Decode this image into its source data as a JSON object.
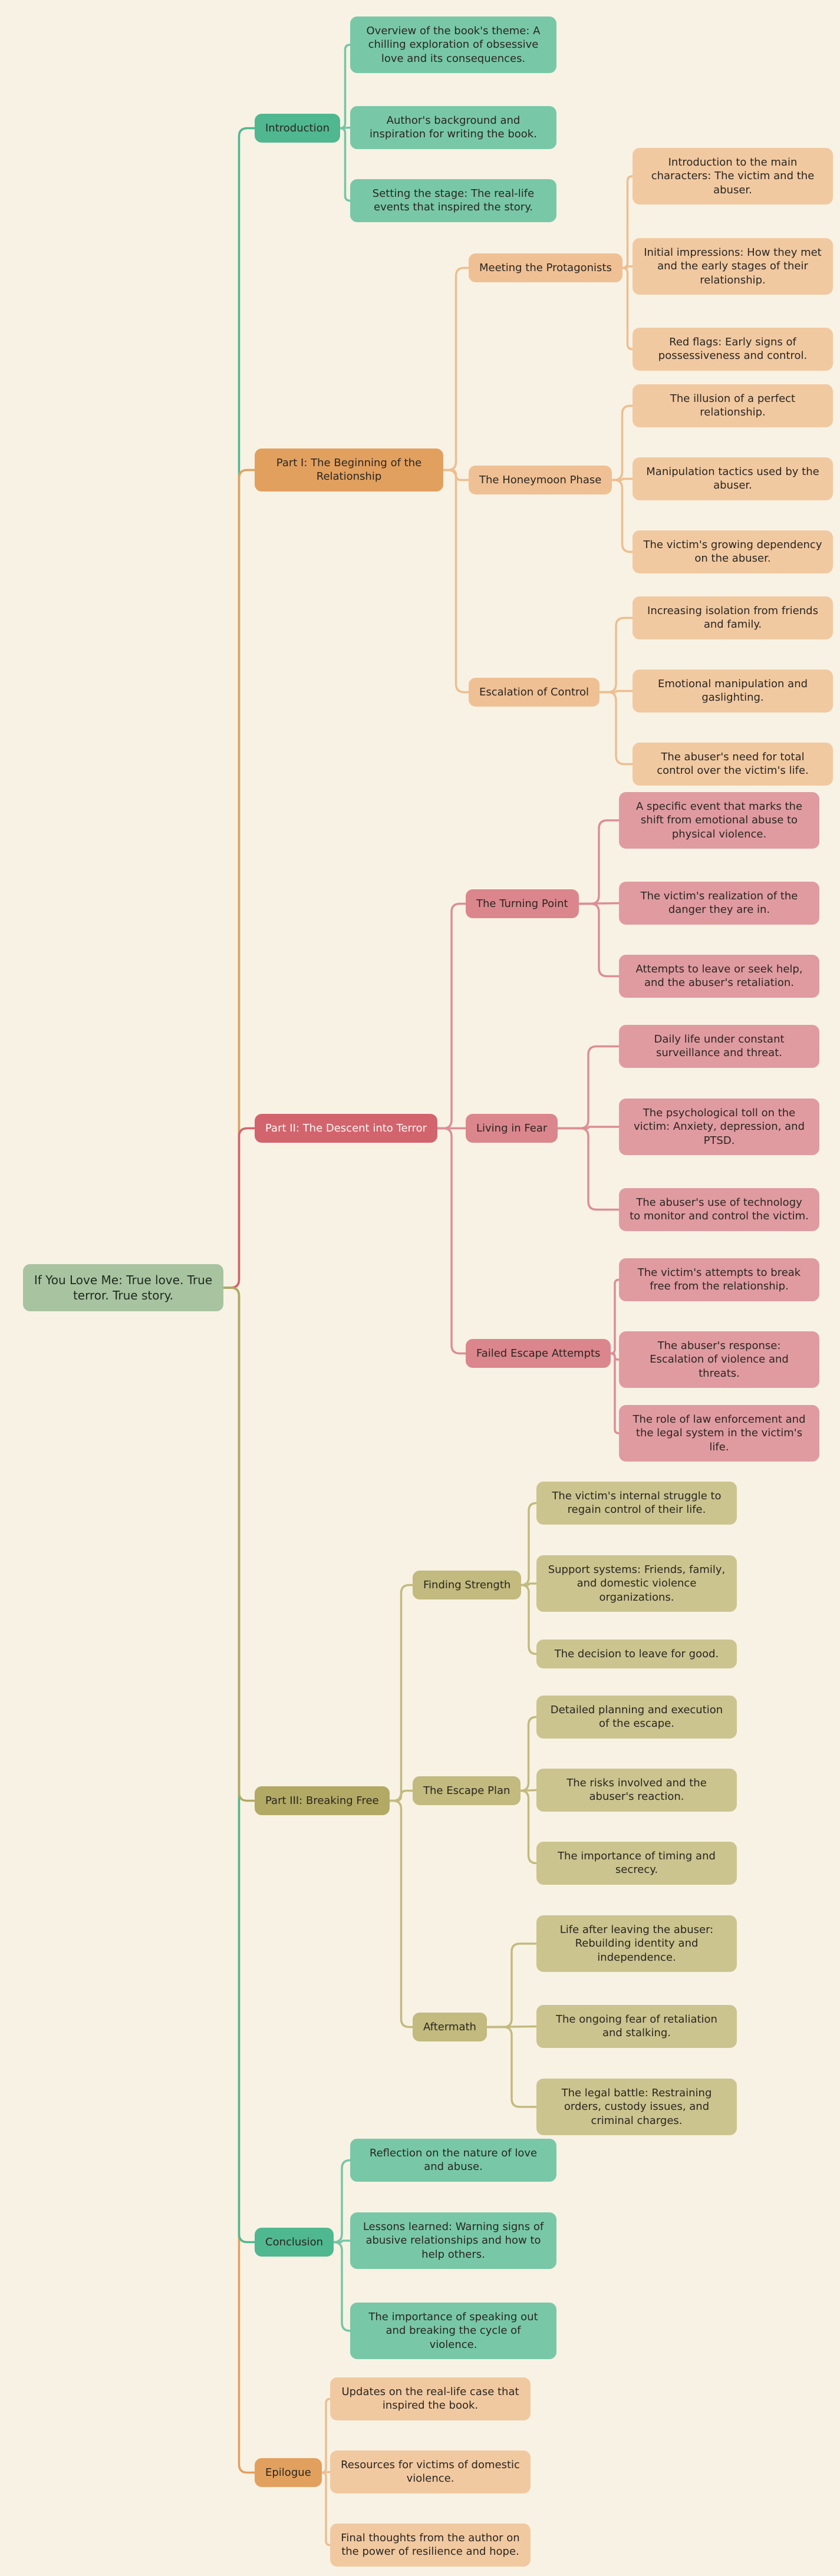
{
  "root": {
    "label": "If You Love Me: True love. True terror. True story."
  },
  "branches": [
    {
      "label": "Introduction",
      "children": [
        {
          "label": "Overview of the book's theme: A chilling exploration of obsessive love and its consequences."
        },
        {
          "label": "Author's background and inspiration for writing the book."
        },
        {
          "label": "Setting the stage: The real-life events that inspired the story."
        }
      ]
    },
    {
      "label": "Part I: The Beginning of the Relationship",
      "children": [
        {
          "label": "Meeting the Protagonists",
          "children": [
            {
              "label": "Introduction to the main characters: The victim and the abuser."
            },
            {
              "label": "Initial impressions: How they met and the early stages of their relationship."
            },
            {
              "label": "Red flags: Early signs of possessiveness and control."
            }
          ]
        },
        {
          "label": "The Honeymoon Phase",
          "children": [
            {
              "label": "The illusion of a perfect relationship."
            },
            {
              "label": "Manipulation tactics used by the abuser."
            },
            {
              "label": "The victim's growing dependency on the abuser."
            }
          ]
        },
        {
          "label": "Escalation of Control",
          "children": [
            {
              "label": "Increasing isolation from friends and family."
            },
            {
              "label": "Emotional manipulation and gaslighting."
            },
            {
              "label": "The abuser's need for total control over the victim's life."
            }
          ]
        }
      ]
    },
    {
      "label": "Part II: The Descent into Terror",
      "children": [
        {
          "label": "The Turning Point",
          "children": [
            {
              "label": "A specific event that marks the shift from emotional abuse to physical violence."
            },
            {
              "label": "The victim's realization of the danger they are in."
            },
            {
              "label": "Attempts to leave or seek help, and the abuser's retaliation."
            }
          ]
        },
        {
          "label": "Living in Fear",
          "children": [
            {
              "label": "Daily life under constant surveillance and threat."
            },
            {
              "label": "The psychological toll on the victim: Anxiety, depression, and PTSD."
            },
            {
              "label": "The abuser's use of technology to monitor and control the victim."
            }
          ]
        },
        {
          "label": "Failed Escape Attempts",
          "children": [
            {
              "label": "The victim's attempts to break free from the relationship."
            },
            {
              "label": "The abuser's response: Escalation of violence and threats."
            },
            {
              "label": "The role of law enforcement and the legal system in the victim's life."
            }
          ]
        }
      ]
    },
    {
      "label": "Part III: Breaking Free",
      "children": [
        {
          "label": "Finding Strength",
          "children": [
            {
              "label": "The victim's internal struggle to regain control of their life."
            },
            {
              "label": "Support systems: Friends, family, and domestic violence organizations."
            },
            {
              "label": "The decision to leave for good."
            }
          ]
        },
        {
          "label": "The Escape Plan",
          "children": [
            {
              "label": "Detailed planning and execution of the escape."
            },
            {
              "label": "The risks involved and the abuser's reaction."
            },
            {
              "label": "The importance of timing and secrecy."
            }
          ]
        },
        {
          "label": "Aftermath",
          "children": [
            {
              "label": "Life after leaving the abuser: Rebuilding identity and independence."
            },
            {
              "label": "The ongoing fear of retaliation and stalking."
            },
            {
              "label": "The legal battle: Restraining orders, custody issues, and criminal charges."
            }
          ]
        }
      ]
    },
    {
      "label": "Conclusion",
      "children": [
        {
          "label": "Reflection on the nature of love and abuse."
        },
        {
          "label": "Lessons learned: Warning signs of abusive relationships and how to help others."
        },
        {
          "label": "The importance of speaking out and breaking the cycle of violence."
        }
      ]
    },
    {
      "label": "Epilogue",
      "children": [
        {
          "label": "Updates on the real-life case that inspired the book."
        },
        {
          "label": "Resources for victims of domestic violence."
        },
        {
          "label": "Final thoughts from the author on the power of resilience and hope."
        }
      ]
    }
  ],
  "colors": {
    "background": "#F8F2E4",
    "root_bg": "#A8C3A0",
    "teal_node": "#4FB890",
    "teal_leaf": "#78C8A8",
    "orange_node": "#E2A05F",
    "orange_sub": "#EFC094",
    "orange_leaf": "#F1C9A1",
    "red_node": "#D2646E",
    "red_node_text": "#FFF6F2",
    "red_sub": "#DB868D",
    "red_leaf": "#E09BA1",
    "olive_node": "#B2A964",
    "olive_sub": "#C2BA7E",
    "olive_leaf": "#CBC48F",
    "edge_teal": "#4FB890",
    "edge_teal_light": "#74C6A6",
    "edge_orange": "#E2A05F",
    "edge_orange_light": "#EDBE90",
    "edge_red": "#D2646E",
    "edge_red_light": "#DC8E95",
    "edge_olive": "#B2A964",
    "edge_olive_light": "#C2BA7E"
  }
}
